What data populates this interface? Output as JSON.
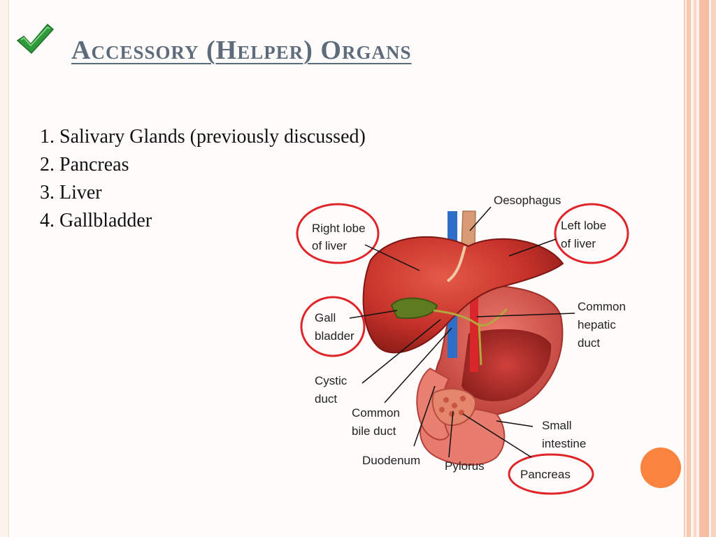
{
  "title": "Accessory (Helper) Organs",
  "list": [
    "1. Salivary Glands (previously discussed)",
    "2. Pancreas",
    "3. Liver",
    "4. Gallbladder"
  ],
  "icons": {
    "bullet": "checkmark-icon",
    "corner": "orange-circle"
  },
  "colors": {
    "title": "#5e6b7b",
    "check": "#2f9a3c",
    "circle": "#e0252a",
    "accent": "#f9833f"
  },
  "diagram": {
    "labels": {
      "oesophagus": "Oesophagus",
      "right_lobe_1": "Right lobe",
      "right_lobe_2": "of liver",
      "left_lobe_1": "Left lobe",
      "left_lobe_2": "of liver",
      "gall_1": "Gall",
      "gall_2": "bladder",
      "common_hepatic_1": "Common",
      "common_hepatic_2": "hepatic",
      "common_hepatic_3": "duct",
      "cystic_1": "Cystic",
      "cystic_2": "duct",
      "common_bile_1": "Common",
      "common_bile_2": "bile duct",
      "small_int_1": "Small",
      "small_int_2": "intestine",
      "duodenum": "Duodenum",
      "pylorus": "Pylorus",
      "pancreas": "Pancreas"
    }
  }
}
